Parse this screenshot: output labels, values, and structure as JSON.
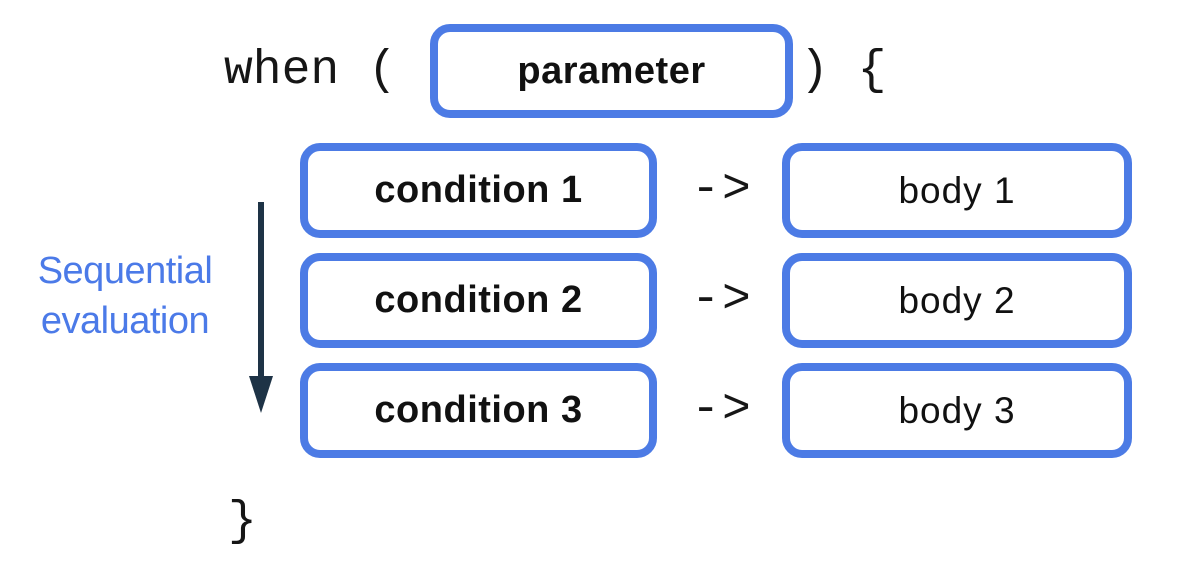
{
  "code": {
    "when_open": "when (",
    "close_paren_open_brace": ") {",
    "close_brace": "}",
    "arrow": "->"
  },
  "parameter_label": "parameter",
  "rows": [
    {
      "condition": "condition 1",
      "body": "body 1"
    },
    {
      "condition": "condition 2",
      "body": "body 2"
    },
    {
      "condition": "condition 3",
      "body": "body 3"
    }
  ],
  "annotation": {
    "line1": "Sequential",
    "line2": "evaluation"
  },
  "colors": {
    "box_border": "#4C7BE5",
    "annotation_text": "#4B7AE8",
    "sequence_arrow": "#1E3346",
    "code_text": "#161616",
    "label_text": "#111111",
    "background": "#FFFFFF"
  }
}
